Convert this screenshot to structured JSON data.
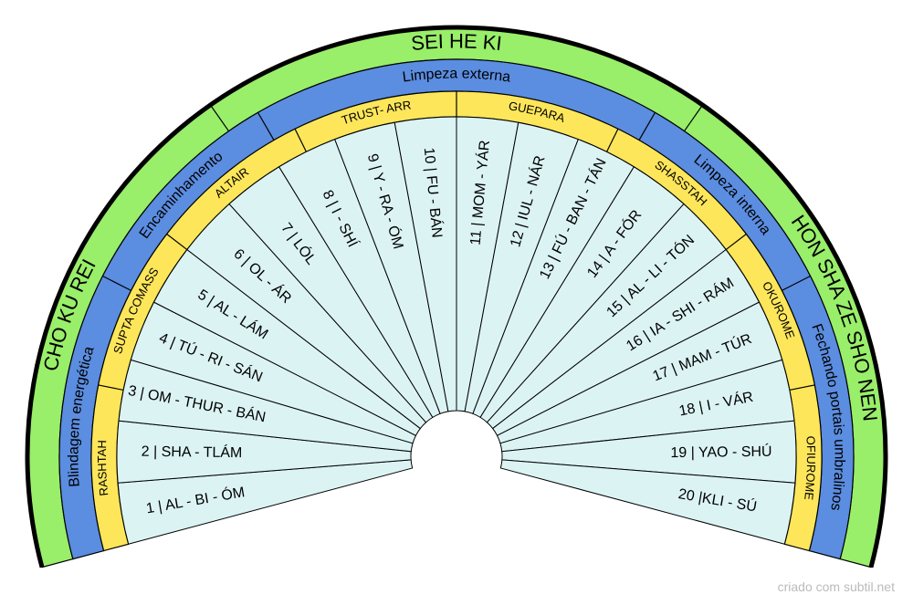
{
  "colors": {
    "outer_ring": "#99ee6a",
    "blue_ring": "#5b8de0",
    "yellow_ring": "#fde65a",
    "inner_field": "#dcf3f4",
    "outline": "#000000",
    "credit": "#bbbbbb"
  },
  "outer_ring": {
    "top": "SEI HE KI",
    "left": "CHO KU REI",
    "right": "HON SHA ZE SHO NEN"
  },
  "blue_ring": [
    "Blindagem energética",
    "Encaminhamento",
    "Limpeza externa",
    "Limpeza interna",
    "Fechando portais umbralinos"
  ],
  "yellow_ring": [
    "RASHTAH",
    "SUPTA COMASS",
    "ALTAIR",
    "TRUST- ARR",
    "GUEPARA",
    "SHASSTAH",
    "OKUROME",
    "OFIUROME"
  ],
  "sectors": [
    "1 | AL - BI - ÓM",
    "2 | SHA - TLÁM",
    "3 | OM - THUR - BÁN",
    "4 | TÚ - RI - SÁN",
    "5 | AL - LÁM",
    "6 | OL - ÁR",
    "7 | LÓL",
    "8 | I - SHÍ",
    "9 | Y - RA - ÓM",
    "10 | FU - BÁN",
    "11 | MOM - YÁR",
    "12 | IUL - NÁR",
    "13 | FÚ - BAN - TÁN",
    "14 | A - FÓR",
    "15 | AL - LI - TÓN",
    "16 | IA - SHI - RÁM",
    "17 | MAM - TÚR",
    "18 | I - VÁR",
    "19 | YAO - SHÚ",
    "20 |KLI - SÚ"
  ],
  "credit": "criado com subtil.net"
}
